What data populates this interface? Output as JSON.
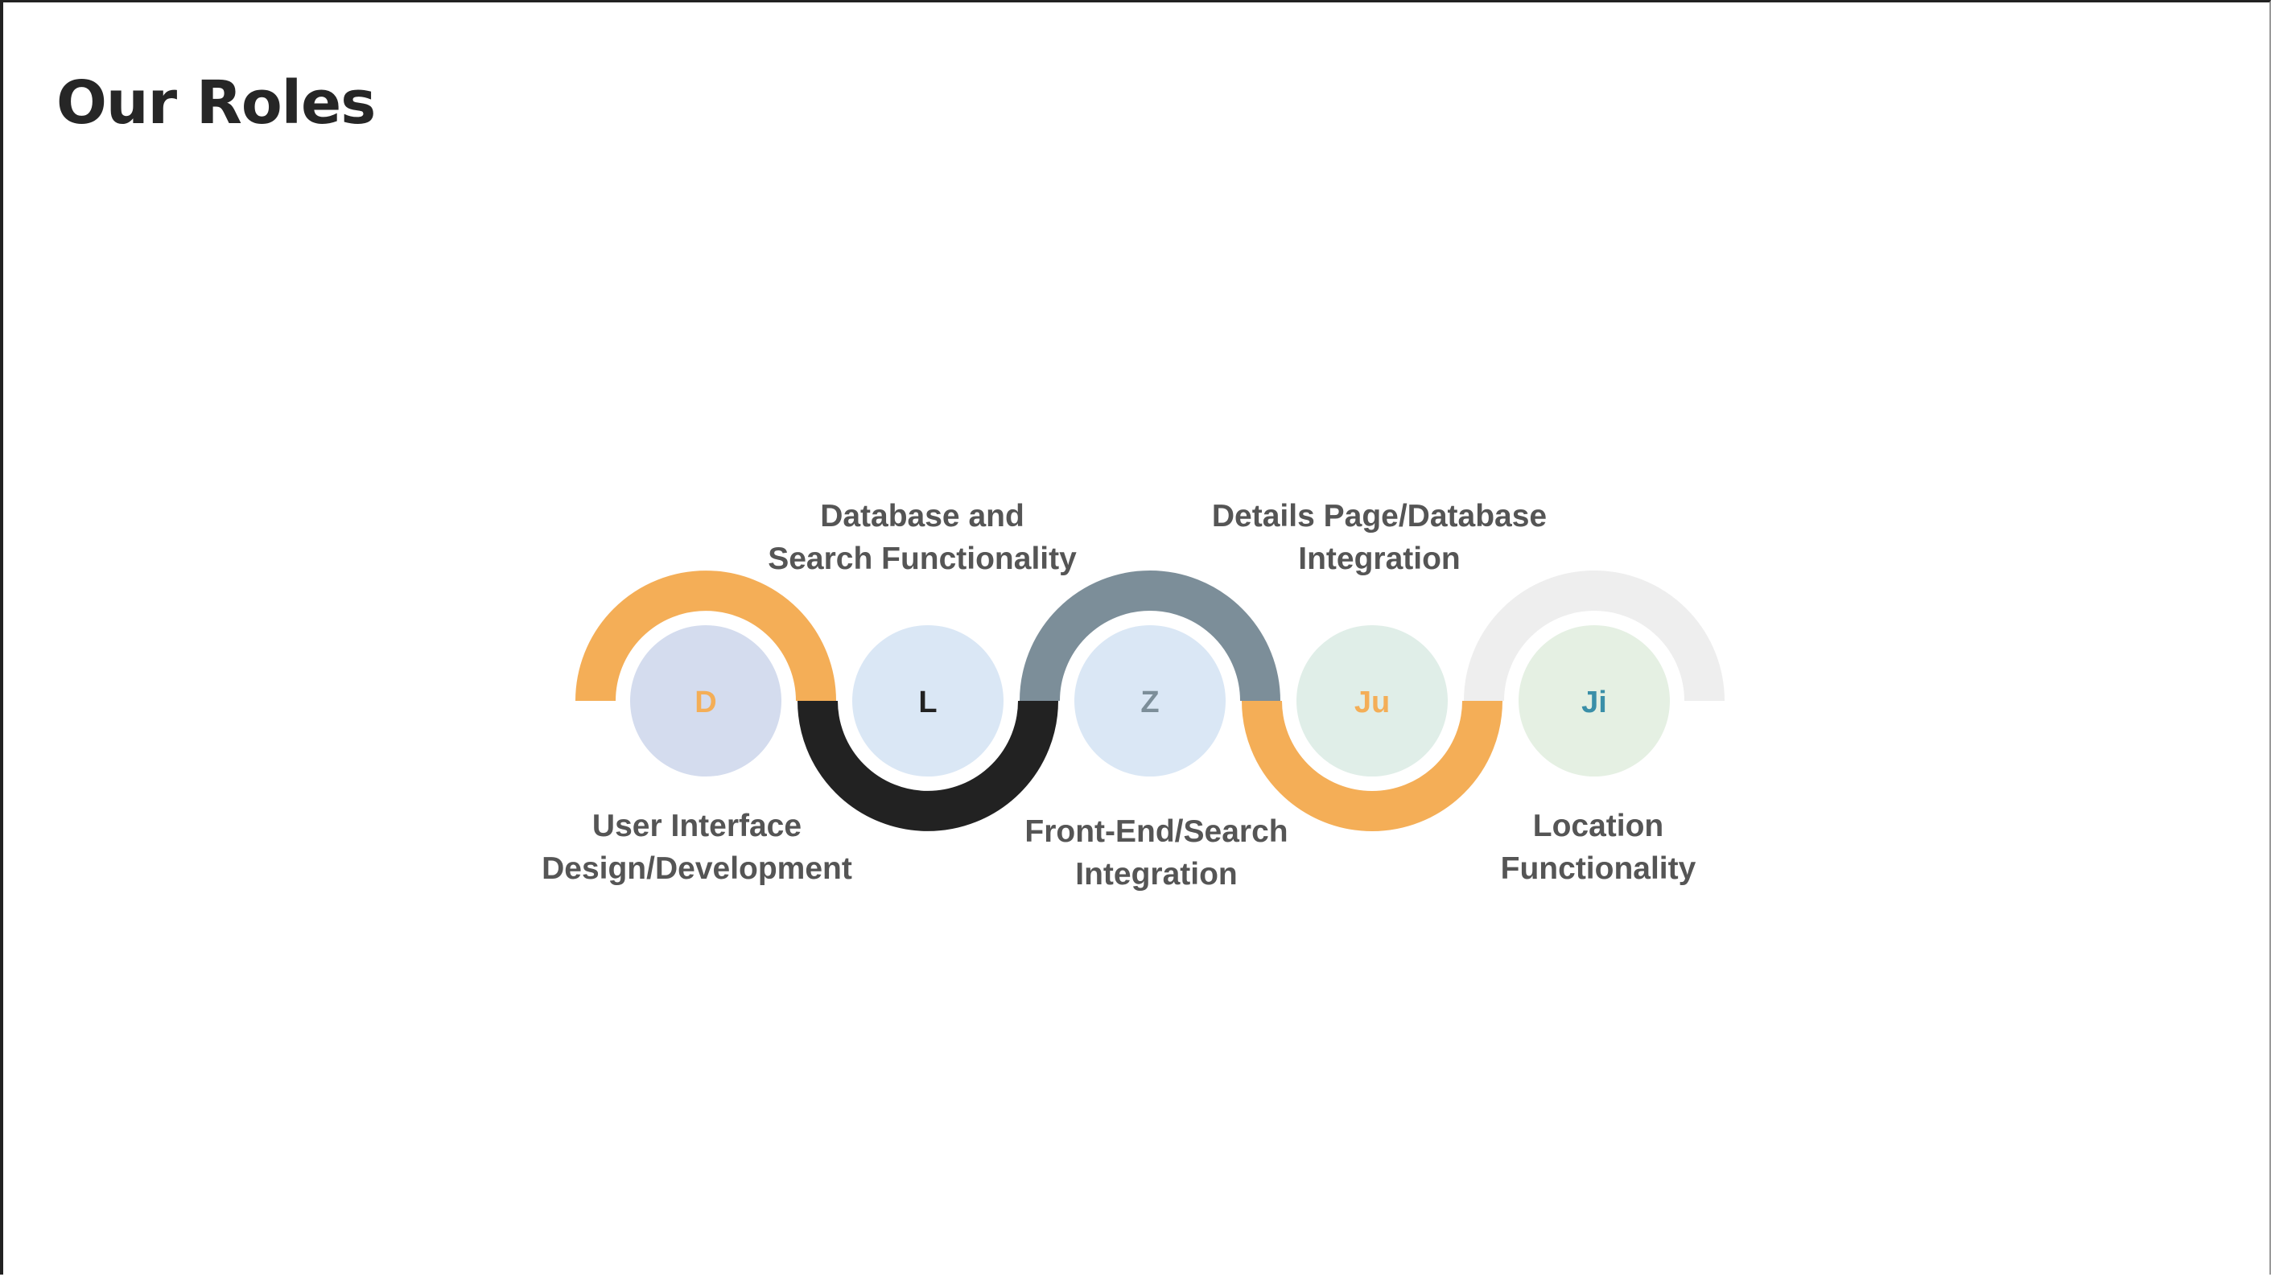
{
  "slide": {
    "title": "Our Roles"
  },
  "roles": [
    {
      "initial": "D",
      "label_lines": [
        "User Interface",
        "Design/Development"
      ],
      "arc": "top",
      "arc_color": "#F4AE57",
      "circle_color": "#D4DCEE",
      "initial_color": "#F4AE57"
    },
    {
      "initial": "L",
      "label_lines": [
        "Database and",
        "Search Functionality"
      ],
      "arc": "bottom",
      "arc_color": "#222222",
      "circle_color": "#DAE7F5",
      "initial_color": "#222222"
    },
    {
      "initial": "Z",
      "label_lines": [
        "Front-End/Search",
        "Integration"
      ],
      "arc": "top",
      "arc_color": "#7C8E99",
      "circle_color": "#DAE7F5",
      "initial_color": "#7C8E99"
    },
    {
      "initial": "Ju",
      "label_lines": [
        "Details Page/Database",
        "Integration"
      ],
      "arc": "bottom",
      "arc_color": "#F4AE57",
      "circle_color": "#E0EEE8",
      "initial_color": "#F4AE57"
    },
    {
      "initial": "Ji",
      "label_lines": [
        "Location",
        "Functionality"
      ],
      "arc": "top",
      "arc_color": "#EEEEEE",
      "circle_color": "#E5F0E3",
      "initial_color": "#3A8FA8"
    }
  ]
}
